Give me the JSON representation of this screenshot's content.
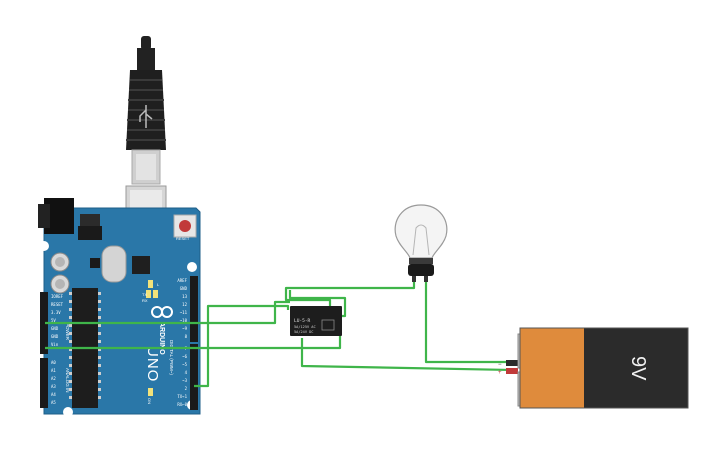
{
  "canvas": {
    "background": "#ffffff",
    "wire_color": "#3fb54a",
    "board_color": "#2a77a8",
    "battery_body_color": "#df8b3c",
    "battery_dark_color": "#2b2b2b"
  },
  "arduino": {
    "brand_text": "ARDUINO",
    "model_text": "UNO",
    "reset_label": "RESET",
    "pin_l_label": "L",
    "tx_label": "TX",
    "rx_label": "RX",
    "on_label": "ON",
    "power_header_label": "POWER",
    "analog_header_label": "ANALOG IN",
    "digital_header_label": "DIGITAL (PWM~)",
    "power_pins": [
      "IOREF",
      "RESET",
      "3.3V",
      "5V",
      "GND",
      "GND",
      "Vin"
    ],
    "analog_pins": [
      "A0",
      "A1",
      "A2",
      "A3",
      "A4",
      "A5"
    ],
    "top_pins": [
      "AREF",
      "GND",
      "13",
      "12",
      "~11",
      "~10",
      "~9",
      "8"
    ],
    "digital_pins": [
      "7",
      "~6",
      "~5",
      "4",
      "~3",
      "2",
      "TX→1",
      "RX←0"
    ]
  },
  "relay": {
    "model_text": "LU-5-R",
    "line1": "5A/125V AC",
    "line2": "5A/24V DC"
  },
  "battery": {
    "label": "9V",
    "terminal_neg": "−",
    "terminal_pos": "+"
  },
  "components": {
    "usb_cable": "usb-cable-icon",
    "bulb": "light-bulb-icon",
    "relay": "relay-icon",
    "battery": "battery-9v-icon"
  }
}
